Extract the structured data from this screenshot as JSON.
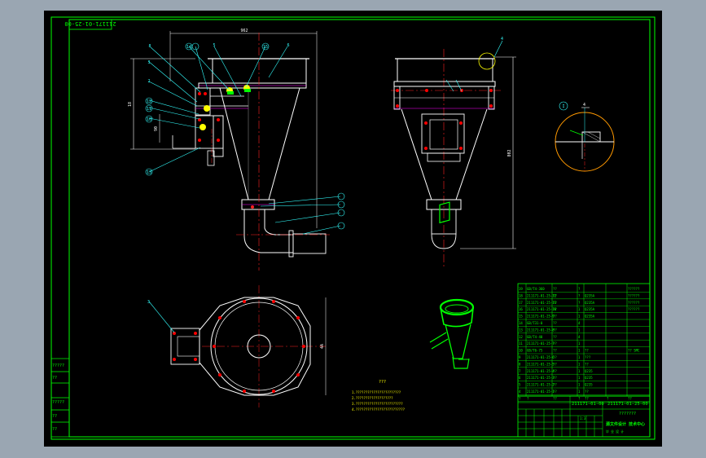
{
  "colors": {
    "outer_bg": "#9aa6b2",
    "sheet": "#000000",
    "border": "#00ff00",
    "line": "#ffffff",
    "center": "#ff2020",
    "dim": "#ffffff",
    "leader": "#33ffff",
    "cyan": "#00ffff",
    "yellow": "#ffff00",
    "orange": "#ff8800",
    "magenta": "#ff00ff",
    "green": "#00ff00"
  },
  "drawing_number_rotated": "211171-01-25-00",
  "front_view": {
    "dims": {
      "top_width": "962",
      "height": "18",
      "side": "90"
    },
    "callouts": [
      "8",
      "3",
      "2",
      "12",
      "11",
      "10",
      "13",
      "5",
      "14",
      "15",
      "6"
    ]
  },
  "side_view": {
    "callouts": [
      "4",
      "16",
      "17",
      "18",
      "19"
    ],
    "height_dim": "802"
  },
  "detail": {
    "label": "I",
    "marker": "4"
  },
  "plan_view": {
    "callout": "3",
    "side_dim": "4A"
  },
  "notes": {
    "title": "???",
    "lines": [
      "1.???????????????????????",
      "2.???????????????????",
      "3.????????????????????????",
      "4.?????????????????????????"
    ]
  },
  "left_strip": [
    "?????",
    "??",
    "?????",
    "??",
    "??"
  ],
  "bom_rows": [
    [
      "19",
      "GB/T4-360",
      "??",
      "?",
      "",
      "",
      "??????"
    ],
    [
      "18",
      "211171-01-25-12",
      "??",
      "?",
      "Q235A",
      "",
      "??????"
    ],
    [
      "17",
      "211171-01-25-11",
      "??",
      "?",
      "Q235A",
      "",
      "??????"
    ],
    [
      "16",
      "211171-01-25-10",
      "??",
      "1",
      "Q235A",
      "",
      "??????"
    ],
    [
      "15",
      "211171-01-25-9",
      "??",
      "1",
      "Q235A",
      "",
      ""
    ],
    [
      "14",
      "GB/T31-0",
      "??",
      "4",
      "",
      "",
      ""
    ],
    [
      "13",
      "211171-01-25-8",
      "??",
      "1",
      "",
      "",
      ""
    ],
    [
      "12",
      "GB/T4-40",
      "??",
      "4",
      "",
      "",
      ""
    ],
    [
      "11",
      "211171-01-25-7",
      "??",
      "1",
      "",
      "",
      ""
    ],
    [
      "10",
      "GB/T6-75",
      "??",
      "1",
      "??",
      "",
      "?? SMC"
    ],
    [
      "9",
      "211171-01-25-6",
      "??",
      "1",
      "???",
      "",
      ""
    ],
    [
      "8",
      "211171-01-25-5",
      "??",
      "1",
      "??",
      "",
      ""
    ],
    [
      "7",
      "211171-01-25-4",
      "??",
      "1",
      "Q235",
      "",
      ""
    ],
    [
      "6",
      "211171-01-25-3",
      "??",
      "1",
      "Q235",
      "",
      ""
    ],
    [
      "5",
      "211171-01-25-2",
      "??",
      "1",
      "Q235",
      "",
      ""
    ],
    [
      "4",
      "211171-01-25-1",
      "??",
      "1",
      "??",
      "",
      ""
    ]
  ],
  "bom_header": [
    "?",
    "?",
    "??",
    "?",
    "??",
    "?",
    "??"
  ],
  "title_block": {
    "code_left": "211171-01-00",
    "code_right": "211171-01-25-00",
    "name": "???????",
    "company": "源文件设计 技术中心",
    "company_sub": "毕 业 设 计",
    "scale_row": [
      "1",
      "1",
      "1:3",
      "1",
      "1"
    ]
  }
}
